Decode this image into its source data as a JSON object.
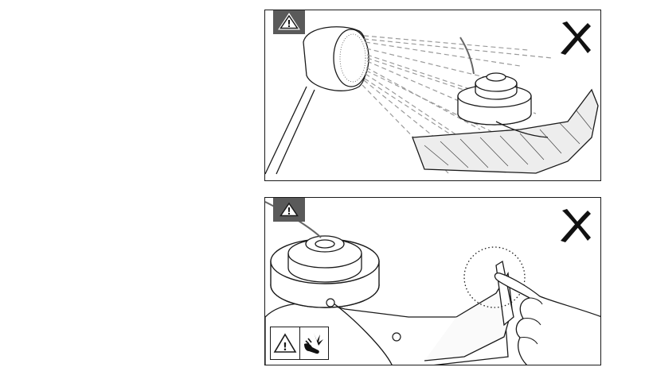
{
  "panels": [
    {
      "id": "panel-1",
      "warning_badge": {
        "symbol": "!",
        "icon": "warning-triangle-icon"
      },
      "status_mark": {
        "icon": "cross-mark-icon",
        "meaning": "prohibited"
      },
      "scene": "water-spray-on-trimmer-head"
    },
    {
      "id": "panel-2",
      "warning_badge": {
        "symbol": "!",
        "icon": "warning-triangle-icon"
      },
      "status_mark": {
        "icon": "cross-mark-icon",
        "meaning": "prohibited"
      },
      "scene": "finger-touching-line-cutter-blade",
      "inset_warning": {
        "symbol": "!",
        "icons": [
          "warning-triangle-icon",
          "hand-cut-hazard-icon"
        ]
      }
    }
  ],
  "colors": {
    "line": "#1a1a1a",
    "badge_bg": "#5a5a5a",
    "badge_fg": "#ffffff",
    "spray": "#9a9a9a",
    "mark": "#111111"
  }
}
